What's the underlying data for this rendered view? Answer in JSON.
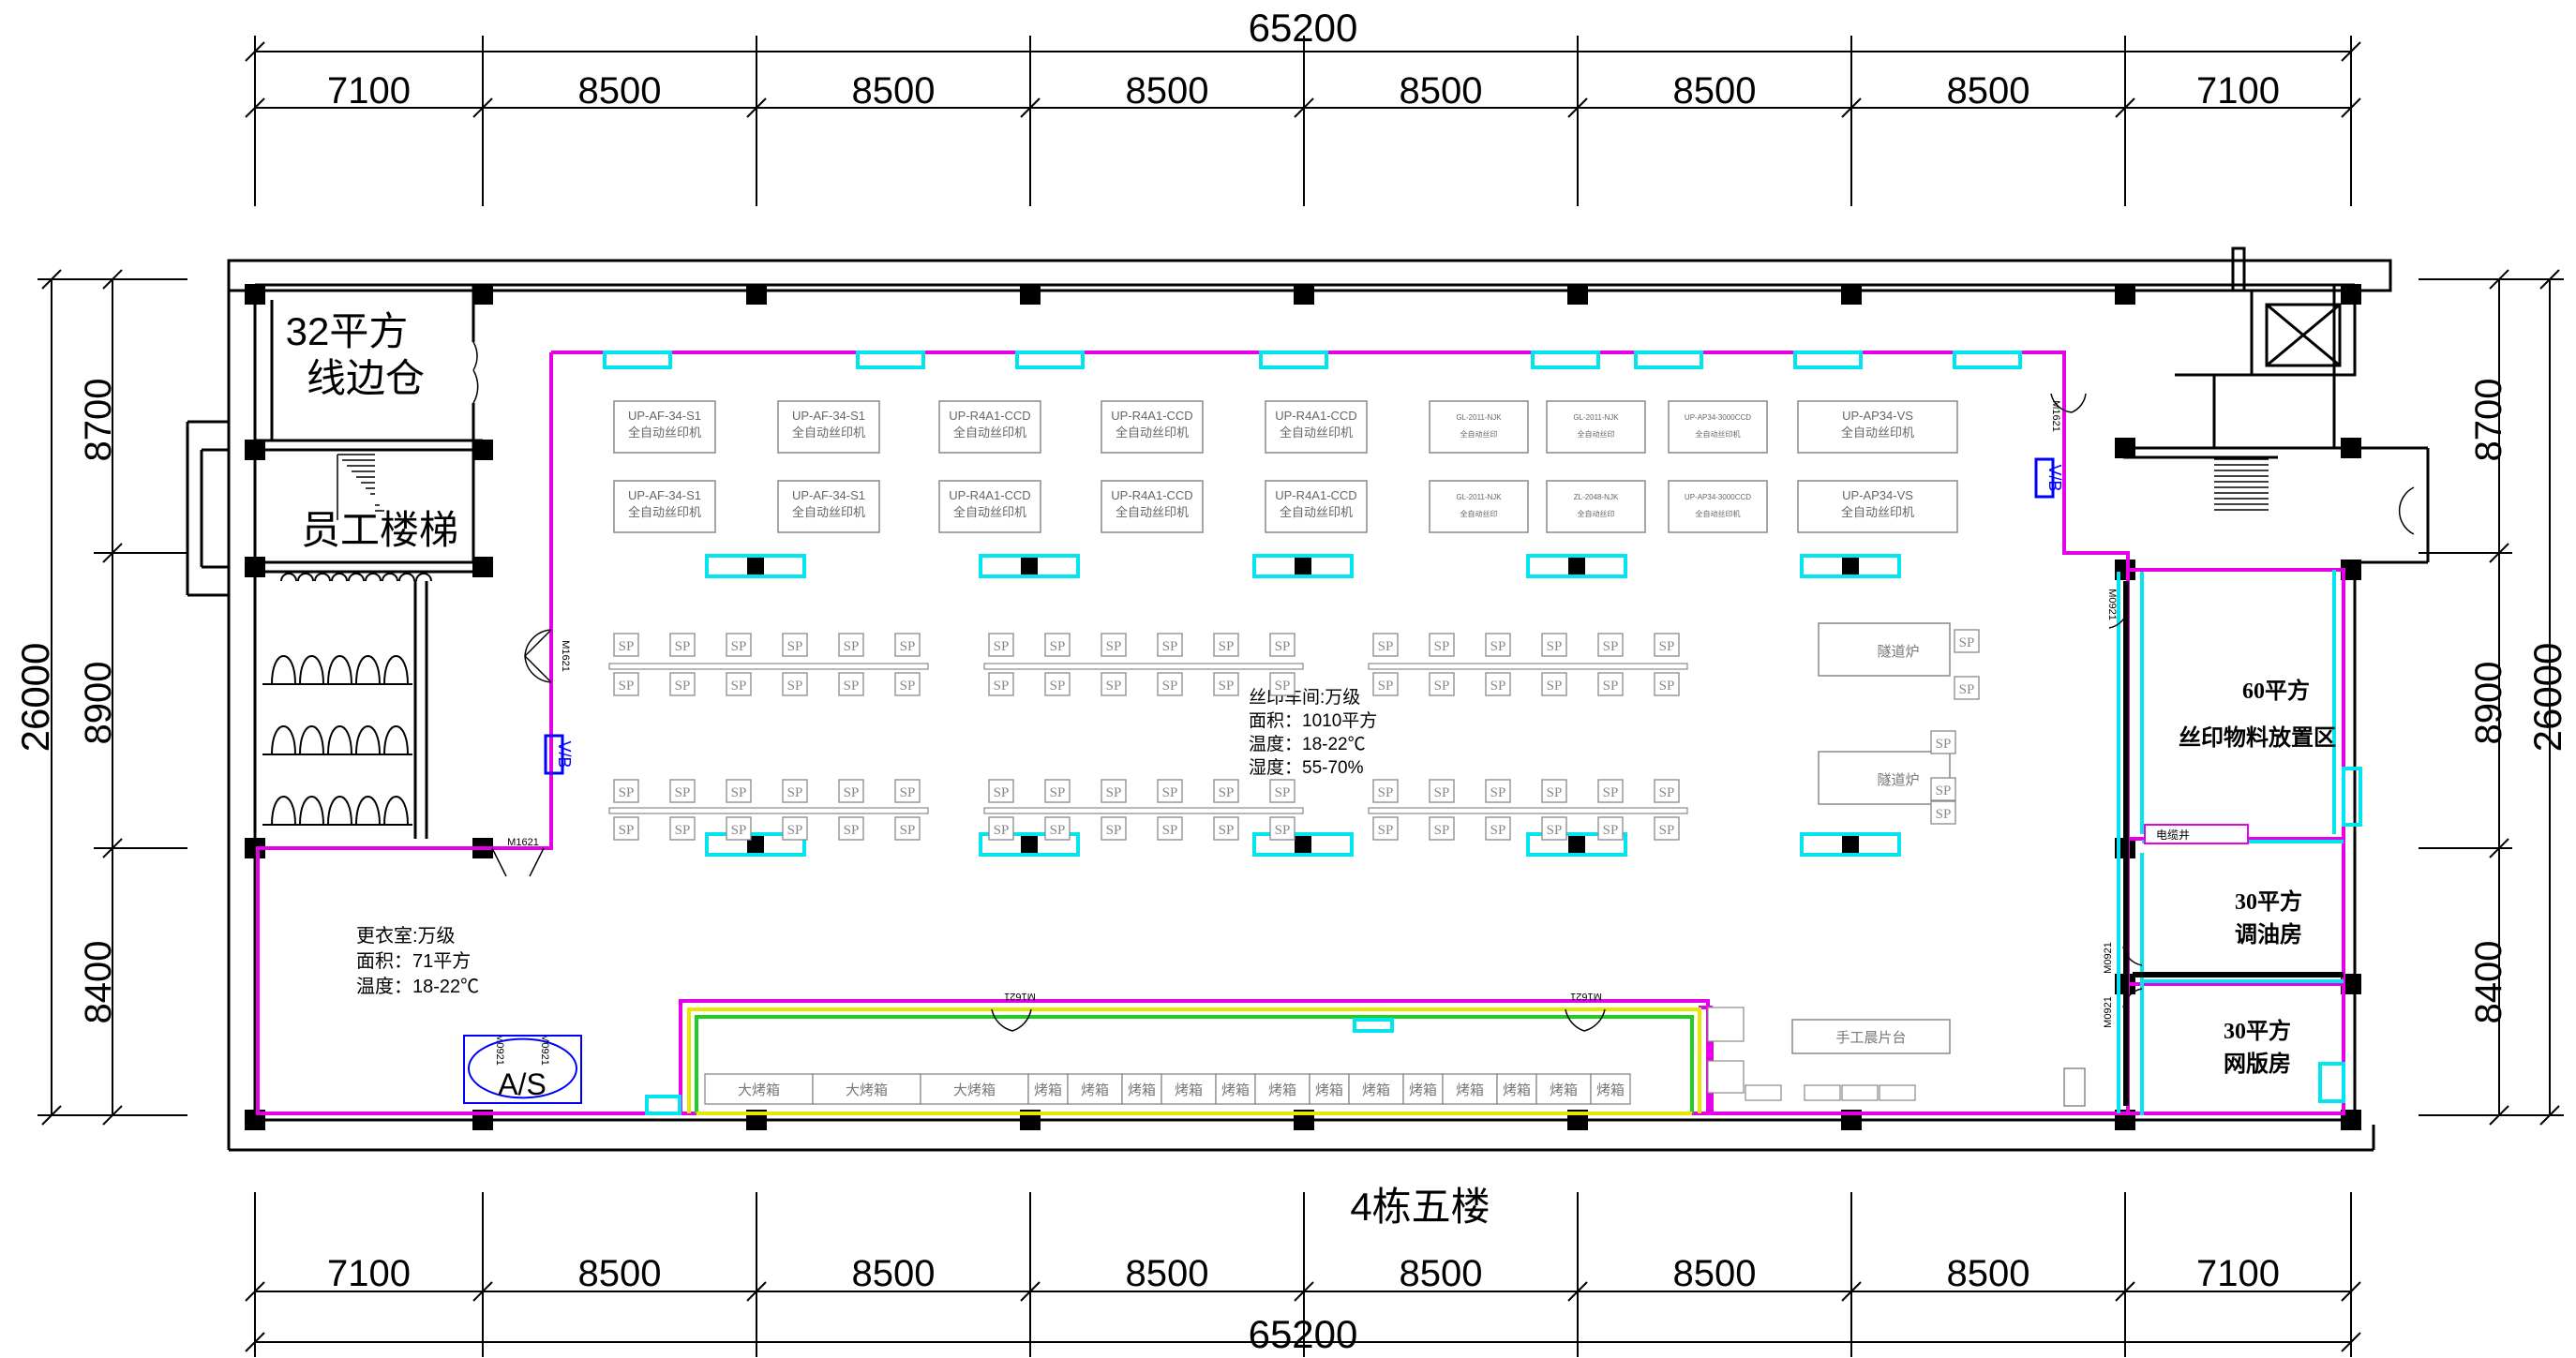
{
  "plan": {
    "floor_label": "4栋五楼",
    "total_dim": "65200",
    "bay_dims": [
      "7100",
      "8500",
      "8500",
      "8500",
      "8500",
      "8500",
      "8500",
      "7100"
    ],
    "side_total": "26000",
    "side_dims": [
      "8700",
      "8900",
      "8400"
    ]
  },
  "rooms": {
    "store_area": "32平方",
    "store_name": "线边仓",
    "stairs": "员工楼梯",
    "locker_info": [
      "更衣室:万级",
      "面积：71平方",
      "温度：18-22℃"
    ],
    "workshop_info": [
      "丝印车间:万级",
      "面积：1010平方",
      "温度：18-22℃",
      "湿度：55-70%"
    ],
    "material_area": "60平方",
    "material_name": "丝印物料放置区",
    "cable_well": "电缆井",
    "oil_area": "30平方",
    "oil_name": "调油房",
    "screen_area": "30平方",
    "screen_name": "网版房",
    "manual_table": "手工晨片台"
  },
  "machines": {
    "row1": [
      {
        "model": "UP-AF-34-S1",
        "desc": "全自动丝印机"
      },
      {
        "model": "UP-AF-34-S1",
        "desc": "全自动丝印机"
      },
      {
        "model": "UP-R4A1-CCD",
        "desc": "全自动丝印机"
      },
      {
        "model": "UP-R4A1-CCD",
        "desc": "全自动丝印机"
      },
      {
        "model": "UP-R4A1-CCD",
        "desc": "全自动丝印机"
      },
      {
        "model": "GL-2011-NJK",
        "desc": "全自动丝印"
      },
      {
        "model": "GL-2011-NJK",
        "desc": "全自动丝印"
      },
      {
        "model": "UP-AP34-3000CCD",
        "desc": "全自动丝印机"
      },
      {
        "model": "UP-AP34-VS",
        "desc": "全自动丝印机"
      }
    ],
    "row2": [
      {
        "model": "UP-AF-34-S1",
        "desc": "全自动丝印机"
      },
      {
        "model": "UP-AF-34-S1",
        "desc": "全自动丝印机"
      },
      {
        "model": "UP-R4A1-CCD",
        "desc": "全自动丝印机"
      },
      {
        "model": "UP-R4A1-CCD",
        "desc": "全自动丝印机"
      },
      {
        "model": "UP-R4A1-CCD",
        "desc": "全自动丝印机"
      },
      {
        "model": "GL-2011-NJK",
        "desc": "全自动丝印"
      },
      {
        "model": "ZL-2048-NJK",
        "desc": "全自动丝印"
      },
      {
        "model": "UP-AP34-3000CCD",
        "desc": "全自动丝印机"
      },
      {
        "model": "UP-AP34-VS",
        "desc": "全自动丝印机"
      }
    ],
    "tunnel_label": "隧道炉",
    "sp_label": "SP"
  },
  "ovens": {
    "big_label": "大烤箱",
    "small_label": "烤箱",
    "row": [
      "大烤箱",
      "大烤箱",
      "大烤箱",
      "烤箱",
      "烤箱",
      "烤箱",
      "烤箱",
      "烤箱",
      "烤箱",
      "烤箱",
      "烤箱",
      "烤箱",
      "烤箱",
      "烤箱",
      "烤箱",
      "烤箱"
    ]
  },
  "doors": {
    "m1621": "M1621",
    "m0921": "M0921",
    "m0921b": "M0921",
    "as": "A/S",
    "vb": "V/B"
  },
  "colors": {
    "wall": "#000000",
    "clean_boundary": "#e600e6",
    "ac_unit": "#00e5ee",
    "door_blue": "#0000ff",
    "oven_green": "#22cc22",
    "oven_yellow": "#e6e600",
    "equipment": "#888888"
  }
}
